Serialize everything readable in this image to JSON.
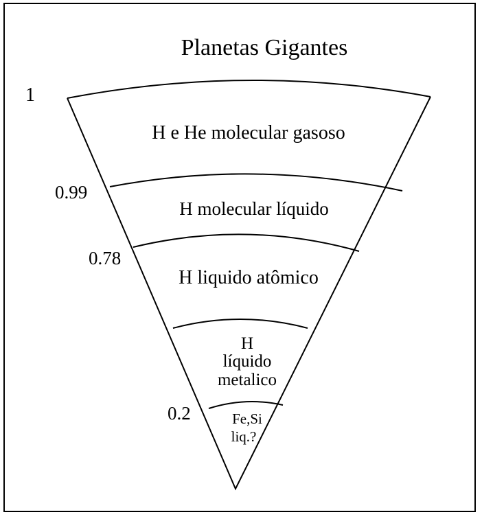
{
  "title": "Planetas Gigantes",
  "layers": [
    {
      "id": "outer",
      "lines": [
        "H e He molecular gasoso"
      ]
    },
    {
      "id": "second",
      "lines": [
        "H molecular líquido"
      ]
    },
    {
      "id": "third",
      "lines": [
        "H liquido atômico"
      ]
    },
    {
      "id": "fourth",
      "lines": [
        "H",
        "líquido",
        "metalico"
      ]
    },
    {
      "id": "core",
      "lines": [
        "Fe,Si",
        "liq.?"
      ]
    }
  ],
  "radius_labels": [
    "1",
    "0.99",
    "0.78",
    "0.2"
  ]
}
